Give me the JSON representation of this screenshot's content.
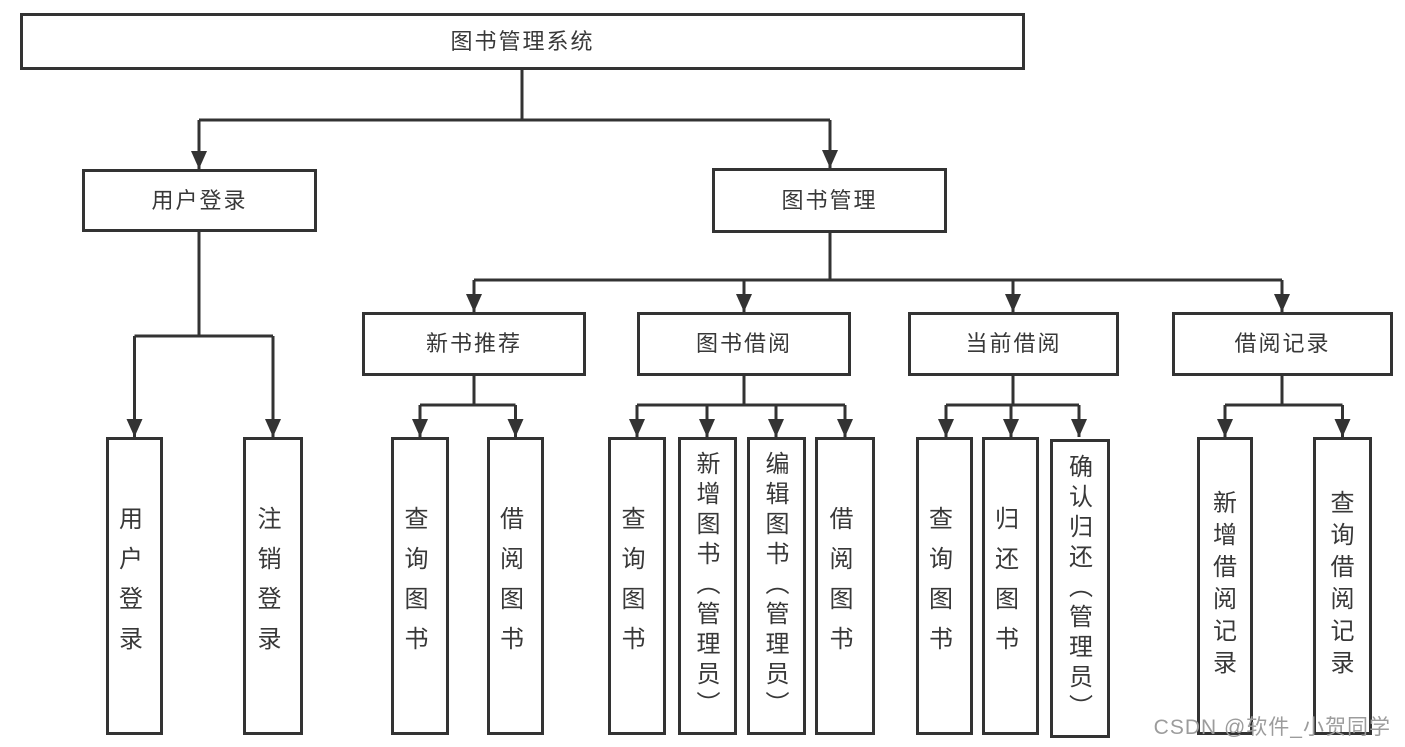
{
  "nodes": {
    "root": "图书管理系统",
    "user_login": "用户登录",
    "book_management": "图书管理",
    "new_book_recommend": "新书推荐",
    "book_borrowing": "图书借阅",
    "current_borrowing": "当前借阅",
    "borrowing_records": "借阅记录",
    "leaf_user_login": "用户登录",
    "leaf_logout": "注销登录",
    "leaf_recommend_query_books": "查询图书",
    "leaf_recommend_borrow_books": "借阅图书",
    "leaf_borrowing_query_books": "查询图书",
    "leaf_borrowing_add_books": "新增图书（管理员）",
    "leaf_borrowing_edit_books": "编辑图书（管理员）",
    "leaf_borrowing_borrow_books": "借阅图书",
    "leaf_current_query_books": "查询图书",
    "leaf_current_return_books": "归还图书",
    "leaf_current_confirm_return": "确认归还（管理员）",
    "leaf_records_add_record": "新增借阅记录",
    "leaf_records_query_record": "查询借阅记录"
  },
  "watermark": "CSDN @软件_小贺同学",
  "colors": {
    "line": "#333333",
    "text": "#383838",
    "watermark": "#9c9c9c",
    "background": "#ffffff"
  }
}
